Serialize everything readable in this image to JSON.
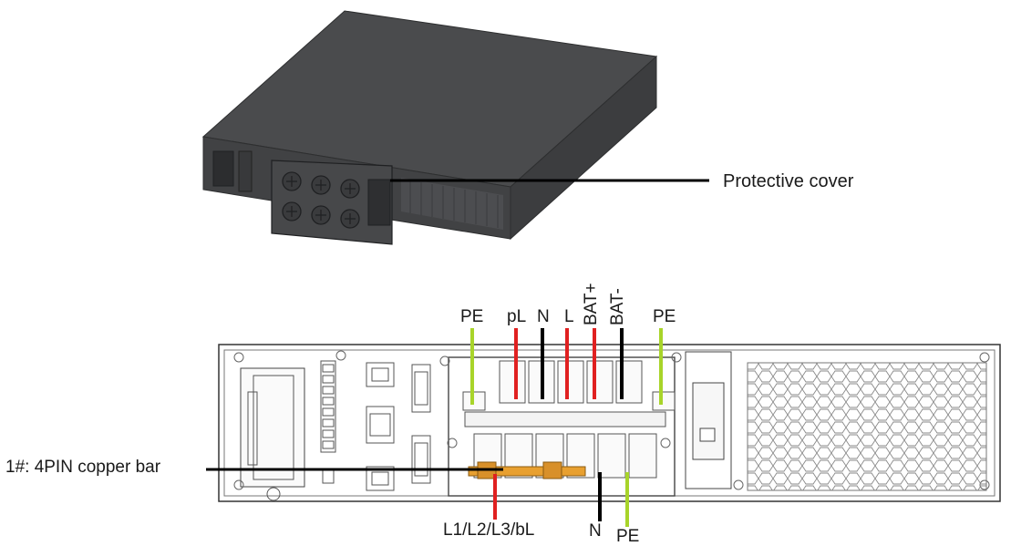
{
  "callouts": {
    "protective_cover": "Protective cover",
    "copper_bar": "1#: 4PIN copper bar"
  },
  "top_terminals": {
    "pe_left": "PE",
    "pl": "pL",
    "n": "N",
    "l": "L",
    "bat_plus": "BAT+",
    "bat_minus": "BAT-",
    "pe_right": "PE"
  },
  "bottom_terminals": {
    "l_group": "L1/L2/L3/bL",
    "n": "N",
    "pe": "PE"
  },
  "wire_colors": {
    "pe": "#a8d42a",
    "live": "#e02020",
    "neutral": "#000000",
    "copper": "#e8a030"
  }
}
